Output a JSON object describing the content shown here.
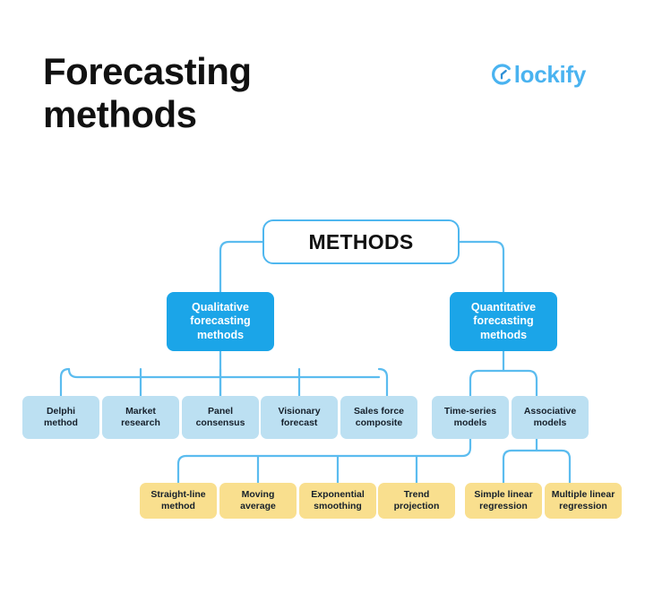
{
  "header": {
    "title": "Forecasting\nmethods",
    "title_line1": "Forecasting",
    "title_line2": "methods",
    "brand": {
      "name": "lockify",
      "full_name": "Clockify",
      "mark_icon": "clockify-c-clock-icon",
      "color": "#4AB3F0"
    }
  },
  "colors": {
    "background": "#ffffff",
    "root_border": "#4FB7EF",
    "branch_fill": "#1BA5E8",
    "leaf_fill": "#BCE0F2",
    "yellow_fill": "#F9DF8E",
    "connector": "#5BBCEF",
    "text_dark": "#16202b",
    "text_light": "#ffffff"
  },
  "chart_data": {
    "type": "diagram",
    "title": "Forecasting methods",
    "root": "METHODS",
    "levels": [
      {
        "level": 1,
        "style": "branch",
        "nodes": [
          "Qualitative forecasting methods",
          "Quantitative forecasting methods"
        ]
      },
      {
        "level": 2,
        "style": "leaf",
        "nodes": [
          "Delphi method",
          "Market research",
          "Panel consensus",
          "Visionary forecast",
          "Sales force composite",
          "Time-series models",
          "Associative models"
        ]
      },
      {
        "level": 3,
        "style": "yellow",
        "nodes": [
          "Straight-line method",
          "Moving average",
          "Exponential smoothing",
          "Trend projection",
          "Simple linear regression",
          "Multiple linear regression"
        ]
      }
    ],
    "edges": [
      {
        "from": "METHODS",
        "to": "Qualitative forecasting methods"
      },
      {
        "from": "METHODS",
        "to": "Quantitative forecasting methods"
      },
      {
        "from": "Qualitative forecasting methods",
        "to": "Delphi method"
      },
      {
        "from": "Qualitative forecasting methods",
        "to": "Market research"
      },
      {
        "from": "Qualitative forecasting methods",
        "to": "Panel consensus"
      },
      {
        "from": "Qualitative forecasting methods",
        "to": "Visionary forecast"
      },
      {
        "from": "Qualitative forecasting methods",
        "to": "Sales force composite"
      },
      {
        "from": "Quantitative forecasting methods",
        "to": "Time-series models"
      },
      {
        "from": "Quantitative forecasting methods",
        "to": "Associative models"
      },
      {
        "from": "Time-series models",
        "to": "Straight-line method"
      },
      {
        "from": "Time-series models",
        "to": "Moving average"
      },
      {
        "from": "Time-series models",
        "to": "Exponential smoothing"
      },
      {
        "from": "Time-series models",
        "to": "Trend projection"
      },
      {
        "from": "Associative models",
        "to": "Simple linear regression"
      },
      {
        "from": "Associative models",
        "to": "Multiple linear regression"
      }
    ]
  },
  "nodes": {
    "root": {
      "label": "METHODS"
    },
    "branch": {
      "qualitative": {
        "line1": "Qualitative",
        "line2": "forecasting",
        "line3": "methods"
      },
      "quantitative": {
        "line1": "Quantitative",
        "line2": "forecasting",
        "line3": "methods"
      }
    },
    "leaves": [
      {
        "line1": "Delphi",
        "line2": "method"
      },
      {
        "line1": "Market",
        "line2": "research"
      },
      {
        "line1": "Panel",
        "line2": "consensus"
      },
      {
        "line1": "Visionary",
        "line2": "forecast"
      },
      {
        "line1": "Sales force",
        "line2": "composite"
      },
      {
        "line1": "Time-series",
        "line2": "models"
      },
      {
        "line1": "Associative",
        "line2": "models"
      }
    ],
    "yellows": [
      {
        "line1": "Straight-line",
        "line2": "method"
      },
      {
        "line1": "Moving",
        "line2": "average"
      },
      {
        "line1": "Exponential",
        "line2": "smoothing"
      },
      {
        "line1": "Trend",
        "line2": "projection"
      },
      {
        "line1": "Simple linear",
        "line2": "regression"
      },
      {
        "line1": "Multiple linear",
        "line2": "regression"
      }
    ]
  }
}
